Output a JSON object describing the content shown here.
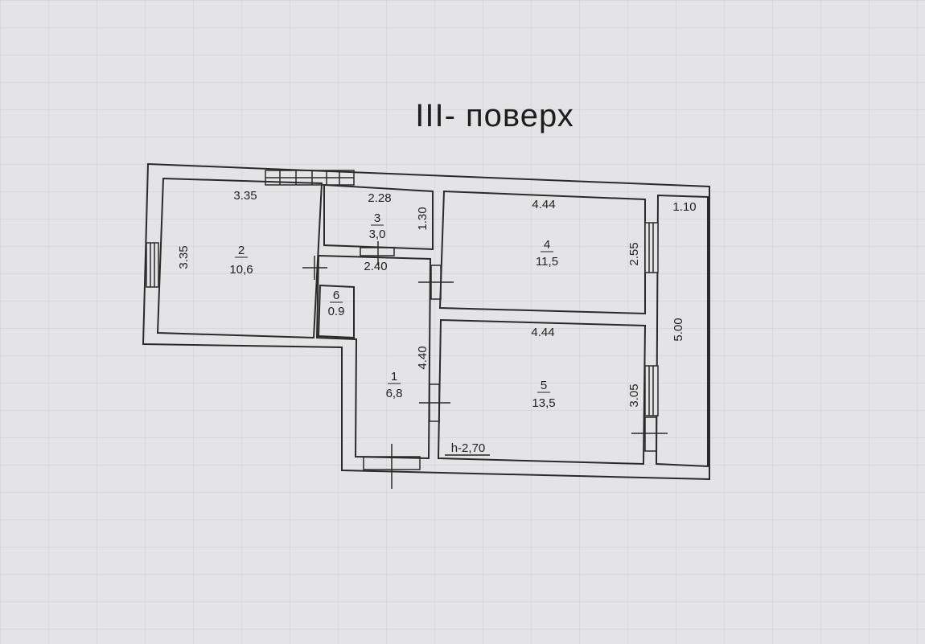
{
  "title": "III- поверх",
  "height_label": "h-2,70",
  "rooms": [
    {
      "number": "1",
      "area": "6,8"
    },
    {
      "number": "2",
      "area": "10,6"
    },
    {
      "number": "3",
      "area": "3,0"
    },
    {
      "number": "4",
      "area": "11,5"
    },
    {
      "number": "5",
      "area": "13,5"
    },
    {
      "number": "6",
      "area": "0.9"
    }
  ],
  "dimensions": {
    "room2_width": "3.35",
    "room2_height": "3.35",
    "room3_width": "2.28",
    "room3_height": "1.30",
    "room1_width": "2.40",
    "room1_length": "4.40",
    "room4_width": "4.44",
    "room4_height": "2.55",
    "room5_width": "4.44",
    "room5_height": "3.05",
    "balcony_width": "1.10",
    "balcony_length": "5.00"
  }
}
